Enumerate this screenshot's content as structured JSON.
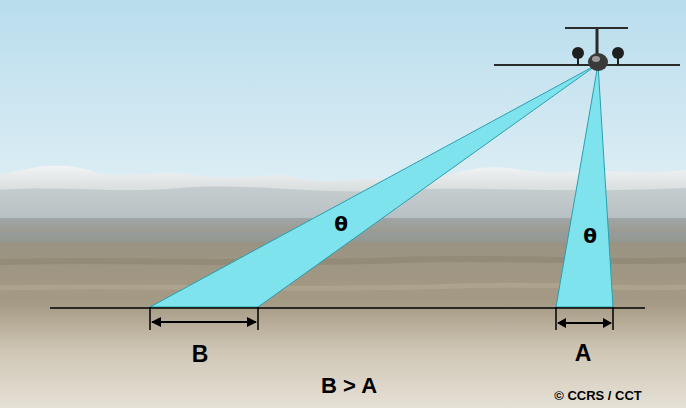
{
  "diagram": {
    "labels": [
      "θ",
      "θ",
      "B",
      "A",
      "B > A",
      "© CCRS / CCT"
    ]
  }
}
